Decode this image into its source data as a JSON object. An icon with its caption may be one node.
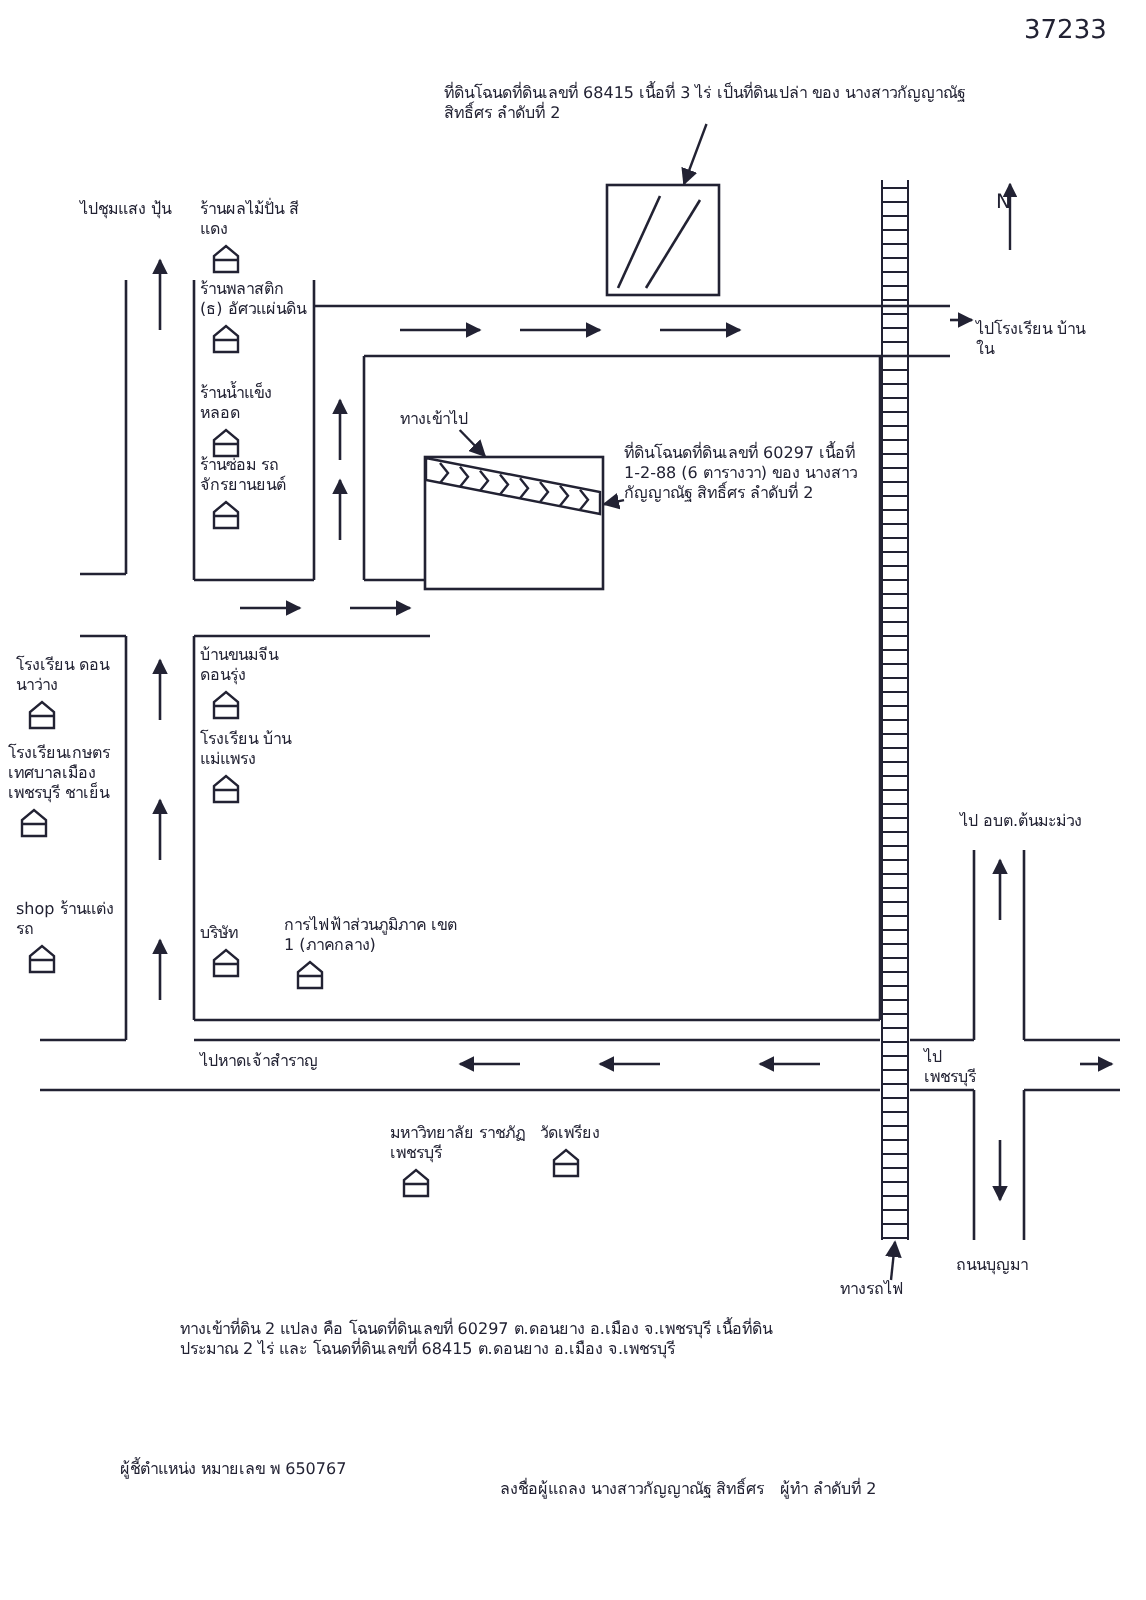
{
  "diagram": {
    "nodes": [
      {
        "text": [
          "ที่ดินโฉนดที่ดินเลขที่ 68415 เนื้อที่ 3 ไร่ เป็นที่ดินเปล่า ของ นางสาวกัญญาณัฐ สิทธิ์ศร ลำดับที่ 2"
        ]
      },
      {
        "text": [],
        "shape": "box"
      },
      {
        "text": [
          "ที่ดินโฉนดที่ดินเลขที่ 60297 เนื้อที่ 1-2-88 (6 ตารางวา) ของ นางสาวกัญญาณัฐ สิทธิ์ศร ลำดับที่ 2"
        ]
      },
      {
        "text": [],
        "shape": "box"
      },
      {
        "text": [
          "ทางเข้าไป"
        ]
      },
      {
        "text": [],
        "shape": "bar",
        "in": 3
      },
      {
        "text": [
          "ร้านผลไม้ปั่น สีแดง"
        ]
      },
      {
        "text": [
          "ร้านพลาสติก (ธ) อัศวแผ่นดิน"
        ]
      },
      {
        "text": [
          "ร้านน้ำแข็งหลอด"
        ]
      },
      {
        "text": [
          "ร้านซ่อม รถจักรยานยนต์"
        ]
      },
      {
        "text": [
          "โรงเรียน ดอนนาว่าง"
        ]
      },
      {
        "text": [
          "บ้านขนมจีน ดอนรุ่ง"
        ]
      },
      {
        "text": [
          "โรงเรียน บ้านแม่แพรง"
        ]
      },
      {
        "text": [
          "โรงเรียนเกษตร เทศบาลเมืองเพชรบุรี ชาเย็น"
        ]
      },
      {
        "text": [
          "shop ร้านแต่งรถ"
        ]
      },
      {
        "text": [
          "บริษัท"
        ]
      },
      {
        "text": [
          "การไฟฟ้าส่วนภูมิภาค เขต 1 (ภาคกลาง)"
        ]
      },
      {
        "text": [
          "มหาวิทยาลัย ราชภัฏเพชรบุรี"
        ]
      },
      {
        "text": [
          "วัดเพรียง"
        ]
      },
      {
        "text": [],
        "shape": "bar"
      },
      {
        "text": [
          "ทางรถไฟ"
        ]
      }
    ],
    "edges": [
      {
        "from": 0,
        "to": 1,
        "arrow": "to"
      },
      {
        "from": 2,
        "to": 3,
        "arrow": "to"
      },
      {
        "from": 4,
        "to": 5,
        "arrow": "to"
      },
      {
        "from": 20,
        "to": 19,
        "arrow": "to"
      }
    ],
    "labels": [
      "37233",
      "N",
      "ไปชุมแสง ปุ้น",
      "ไปโรงเรียน บ้านใน",
      "ไปหาดเจ้าสำราญ",
      "ไป อบต.ต้นมะม่วง",
      "ไปเพชรบุรี",
      "ถนนบุญมา",
      "ทางเข้าที่ดิน 2 แปลง คือ โฉนดที่ดินเลขที่ 60297 ต.ดอนยาง อ.เมือง จ.เพชรบุรี เนื้อที่ดินประมาณ 2 ไร่ และ โฉนดที่ดินเลขที่ 68415 ต.ดอนยาง อ.เมือง จ.เพชรบุรี",
      "ผู้ชี้ตำแหน่ง หมายเลข พ 650767",
      "ลงชื่อผู้แถลง นางสาวกัญญาณัฐ สิทธิ์ศร",
      "ผู้ทำ ลำดับที่ 2"
    ]
  }
}
